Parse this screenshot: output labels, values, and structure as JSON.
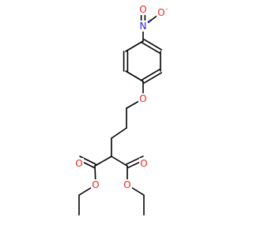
{
  "molecule": {
    "colors": {
      "carbon_bond": "#000000",
      "oxygen": "#e8281e",
      "nitrogen": "#2424e8"
    },
    "atoms": {
      "nitro_n": "N",
      "nitro_n_charge": "+",
      "nitro_o_top": "O",
      "nitro_o_right": "O",
      "nitro_o_right_charge": "-",
      "ether_o": "O",
      "ester1_carbonyl_o": "O",
      "ester1_alkoxy_o": "O",
      "ester2_carbonyl_o": "O",
      "ester2_alkoxy_o": "O"
    }
  }
}
